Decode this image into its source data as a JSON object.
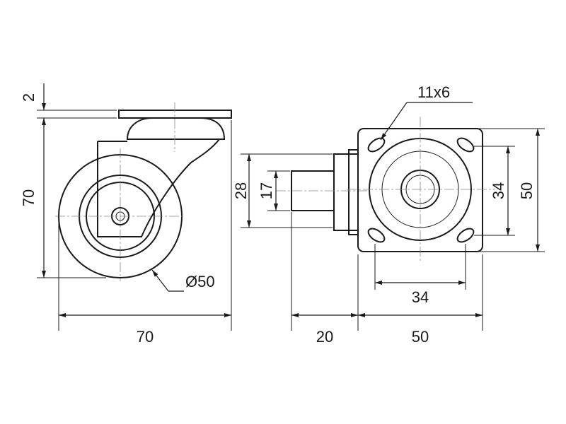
{
  "drawing": {
    "side_view": {
      "height_top_plate": "2",
      "height_total": "70",
      "width_total": "70",
      "wheel_diameter": "Ø50"
    },
    "front_view": {
      "hub_width": "28",
      "axle_width": "17",
      "offset": "20"
    },
    "top_view": {
      "hole_size": "11x6",
      "hole_spacing_vertical": "34",
      "hole_spacing_horizontal": "34",
      "plate_height": "50",
      "plate_width": "50"
    }
  },
  "colors": {
    "line": "#1a1a1a",
    "centerline": "#888888",
    "background": "#ffffff"
  }
}
